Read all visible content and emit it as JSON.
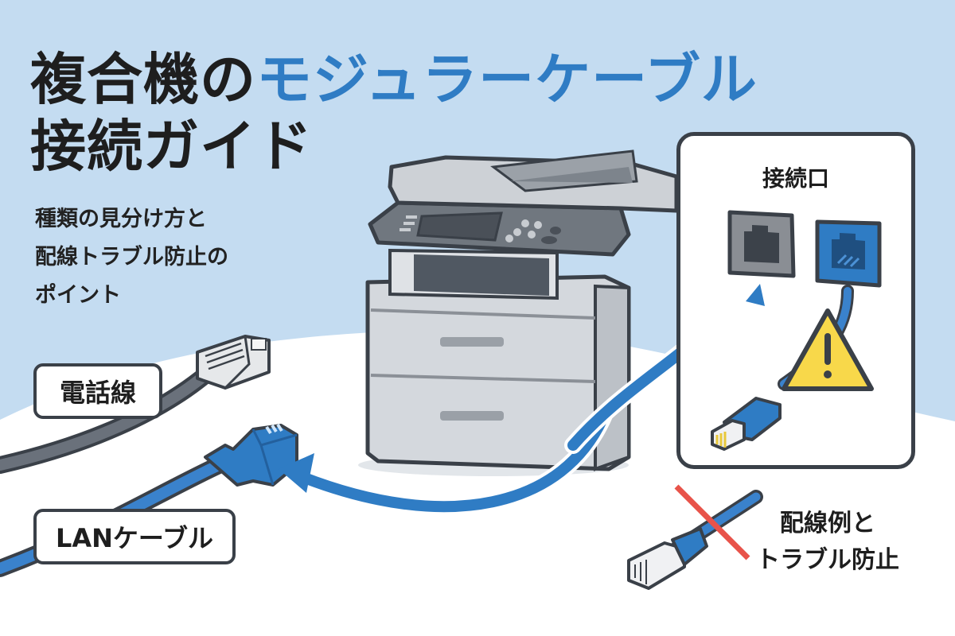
{
  "title": {
    "prefix": "複合機の",
    "accent": "モジュラーケーブル",
    "line2": "接続ガイド"
  },
  "subtitle": {
    "lines": [
      "種類の見分け方と",
      "配線トラブル防止の",
      "ポイント"
    ]
  },
  "labels": {
    "phone_line": "電話線",
    "lan_cable": "LANケーブル"
  },
  "port_panel": {
    "title": "接続口",
    "ports": [
      {
        "name": "phone-port",
        "color": "#8a8e94"
      },
      {
        "name": "lan-port",
        "color": "#2f7cc4"
      }
    ],
    "warning_icon": "warning-triangle-icon"
  },
  "note": {
    "lines": [
      "配線例と",
      "トラブル防止"
    ]
  },
  "colors": {
    "background": "#c4dcf1",
    "floor": "#ffffff",
    "accent_blue": "#2f7cc4",
    "outline": "#3a4048",
    "warning_yellow": "#f8d84a",
    "cross_red": "#e8534a",
    "phone_cable": "#5f6670"
  },
  "icons": [
    "printer-icon",
    "phone-plug-icon",
    "lan-plug-icon",
    "arrow-icon",
    "warning-icon",
    "cross-icon"
  ]
}
